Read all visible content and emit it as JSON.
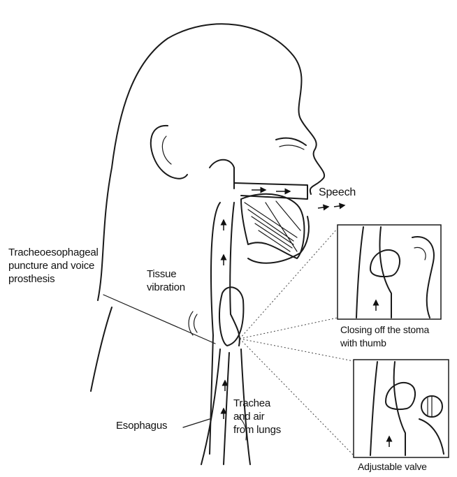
{
  "labels": {
    "speech": "Speech",
    "tep": "Tracheoesophageal\npuncture and voice\nprosthesis",
    "tissue": "Tissue\nvibration",
    "closing": "Closing off the stoma\nwith thumb",
    "trachea": "Trachea\nand air\nfrom lungs",
    "esophagus": "Esophagus",
    "valve": "Adjustable valve"
  }
}
